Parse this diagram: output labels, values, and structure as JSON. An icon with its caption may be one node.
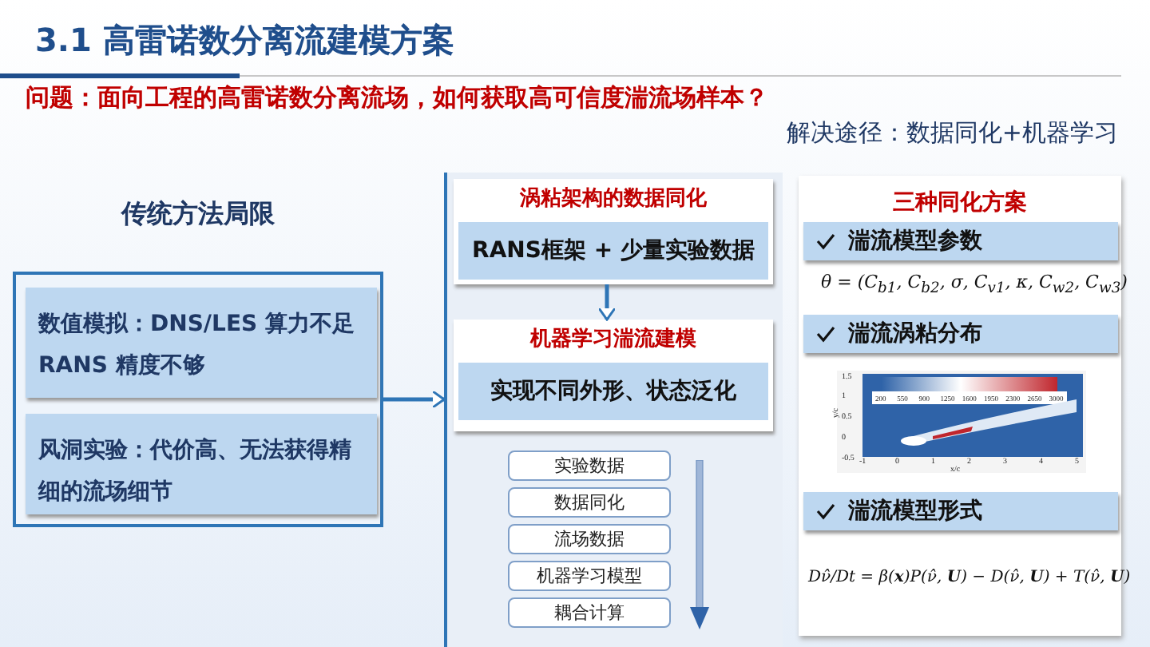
{
  "diagram": {
    "title": "3.1 高雷诺数分离流建模方案",
    "nodes": [
      {
        "text": [
          "传统方法局限"
        ]
      },
      {
        "text": [
          "数值模拟：DNS/LES 算力不足 RANS 精度不够"
        ],
        "in": 0
      },
      {
        "text": [
          "风洞实验：代价高、无法获得精细的流场细节"
        ],
        "in": 0
      },
      {
        "text": [],
        "shape": "box"
      },
      {
        "text": [
          "涡粘架构的数据同化",
          "RANS框架 + 少量实验数据"
        ],
        "in": 3
      },
      {
        "text": [
          "机器学习湍流建模",
          "实现不同外形、状态泛化"
        ],
        "in": 3
      },
      {
        "text": [
          "实验数据"
        ],
        "in": 3
      },
      {
        "text": [
          "数据同化"
        ],
        "in": 3
      },
      {
        "text": [
          "流场数据"
        ],
        "in": 3
      },
      {
        "text": [
          "机器学习模型"
        ],
        "in": 3
      },
      {
        "text": [
          "耦合计算"
        ],
        "in": 3
      },
      {
        "text": [
          "三种同化方案",
          "θ = (C$_{b1}$, C$_{b2}$, σ, C$_{v1}$, κ, C$_{w2}$, C$_{w3}$)",
          "Dν̂/Dt = β(**x**)P(ν̂, **U**) − D(ν̂, **U**) + T(ν̂, **U**)"
        ]
      },
      {
        "text": [
          "湍流模型参数"
        ],
        "in": 11
      },
      {
        "text": [
          "湍流涡粘分布"
        ],
        "in": 11
      },
      {
        "text": [],
        "shape": "picture",
        "in": 11
      },
      {
        "text": [
          "湍流模型形式"
        ],
        "in": 11
      }
    ],
    "edges": [
      {
        "from": 0,
        "to": 3,
        "arrow": "to"
      },
      {
        "from": 4,
        "to": 5,
        "arrow": "to"
      }
    ],
    "labels": [
      "问题：面向工程的高雷诺数分离流场，如何获取高可信度湍流场样本？",
      "解决途径：数据同化+机器学习",
      "200",
      "550",
      "900",
      "1250",
      "1600",
      "1950",
      "2300",
      "2650",
      "3000",
      "1.5",
      "1",
      "0.5",
      "0",
      "-0.5",
      "y/c",
      "-1",
      "0",
      "1",
      "2",
      "3",
      "4",
      "5",
      "x/c"
    ]
  }
}
